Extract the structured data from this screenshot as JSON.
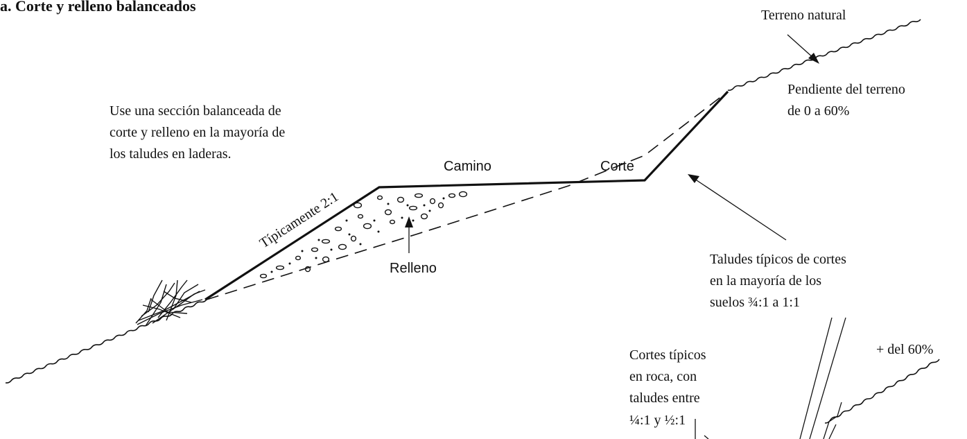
{
  "diagram": {
    "title": "a. Corte y relleno balanceados",
    "labels": {
      "natural_ground": "Terreno natural",
      "slope_line1": "Pendiente del terreno",
      "slope_line2": "de 0 a 60%",
      "advice_line1": "Use una sección balanceada de",
      "advice_line2": "corte y relleno en la mayoría de",
      "advice_line3": "los taludes en laderas.",
      "road": "Camino",
      "cut": "Corte",
      "fill_slope": "Típicamente 2:1",
      "fill": "Relleno",
      "cut_slopes_line1": "Taludes típicos de cortes",
      "cut_slopes_line2": "en la mayoría de los",
      "cut_slopes_line3": "suelos ¾:1 a 1:1",
      "steep_slope": "+ del 60%",
      "rock_line1": "Cortes típicos",
      "rock_line2": "en roca, con",
      "rock_line3": "taludes entre",
      "rock_line4": "¼:1 y ½:1"
    }
  }
}
